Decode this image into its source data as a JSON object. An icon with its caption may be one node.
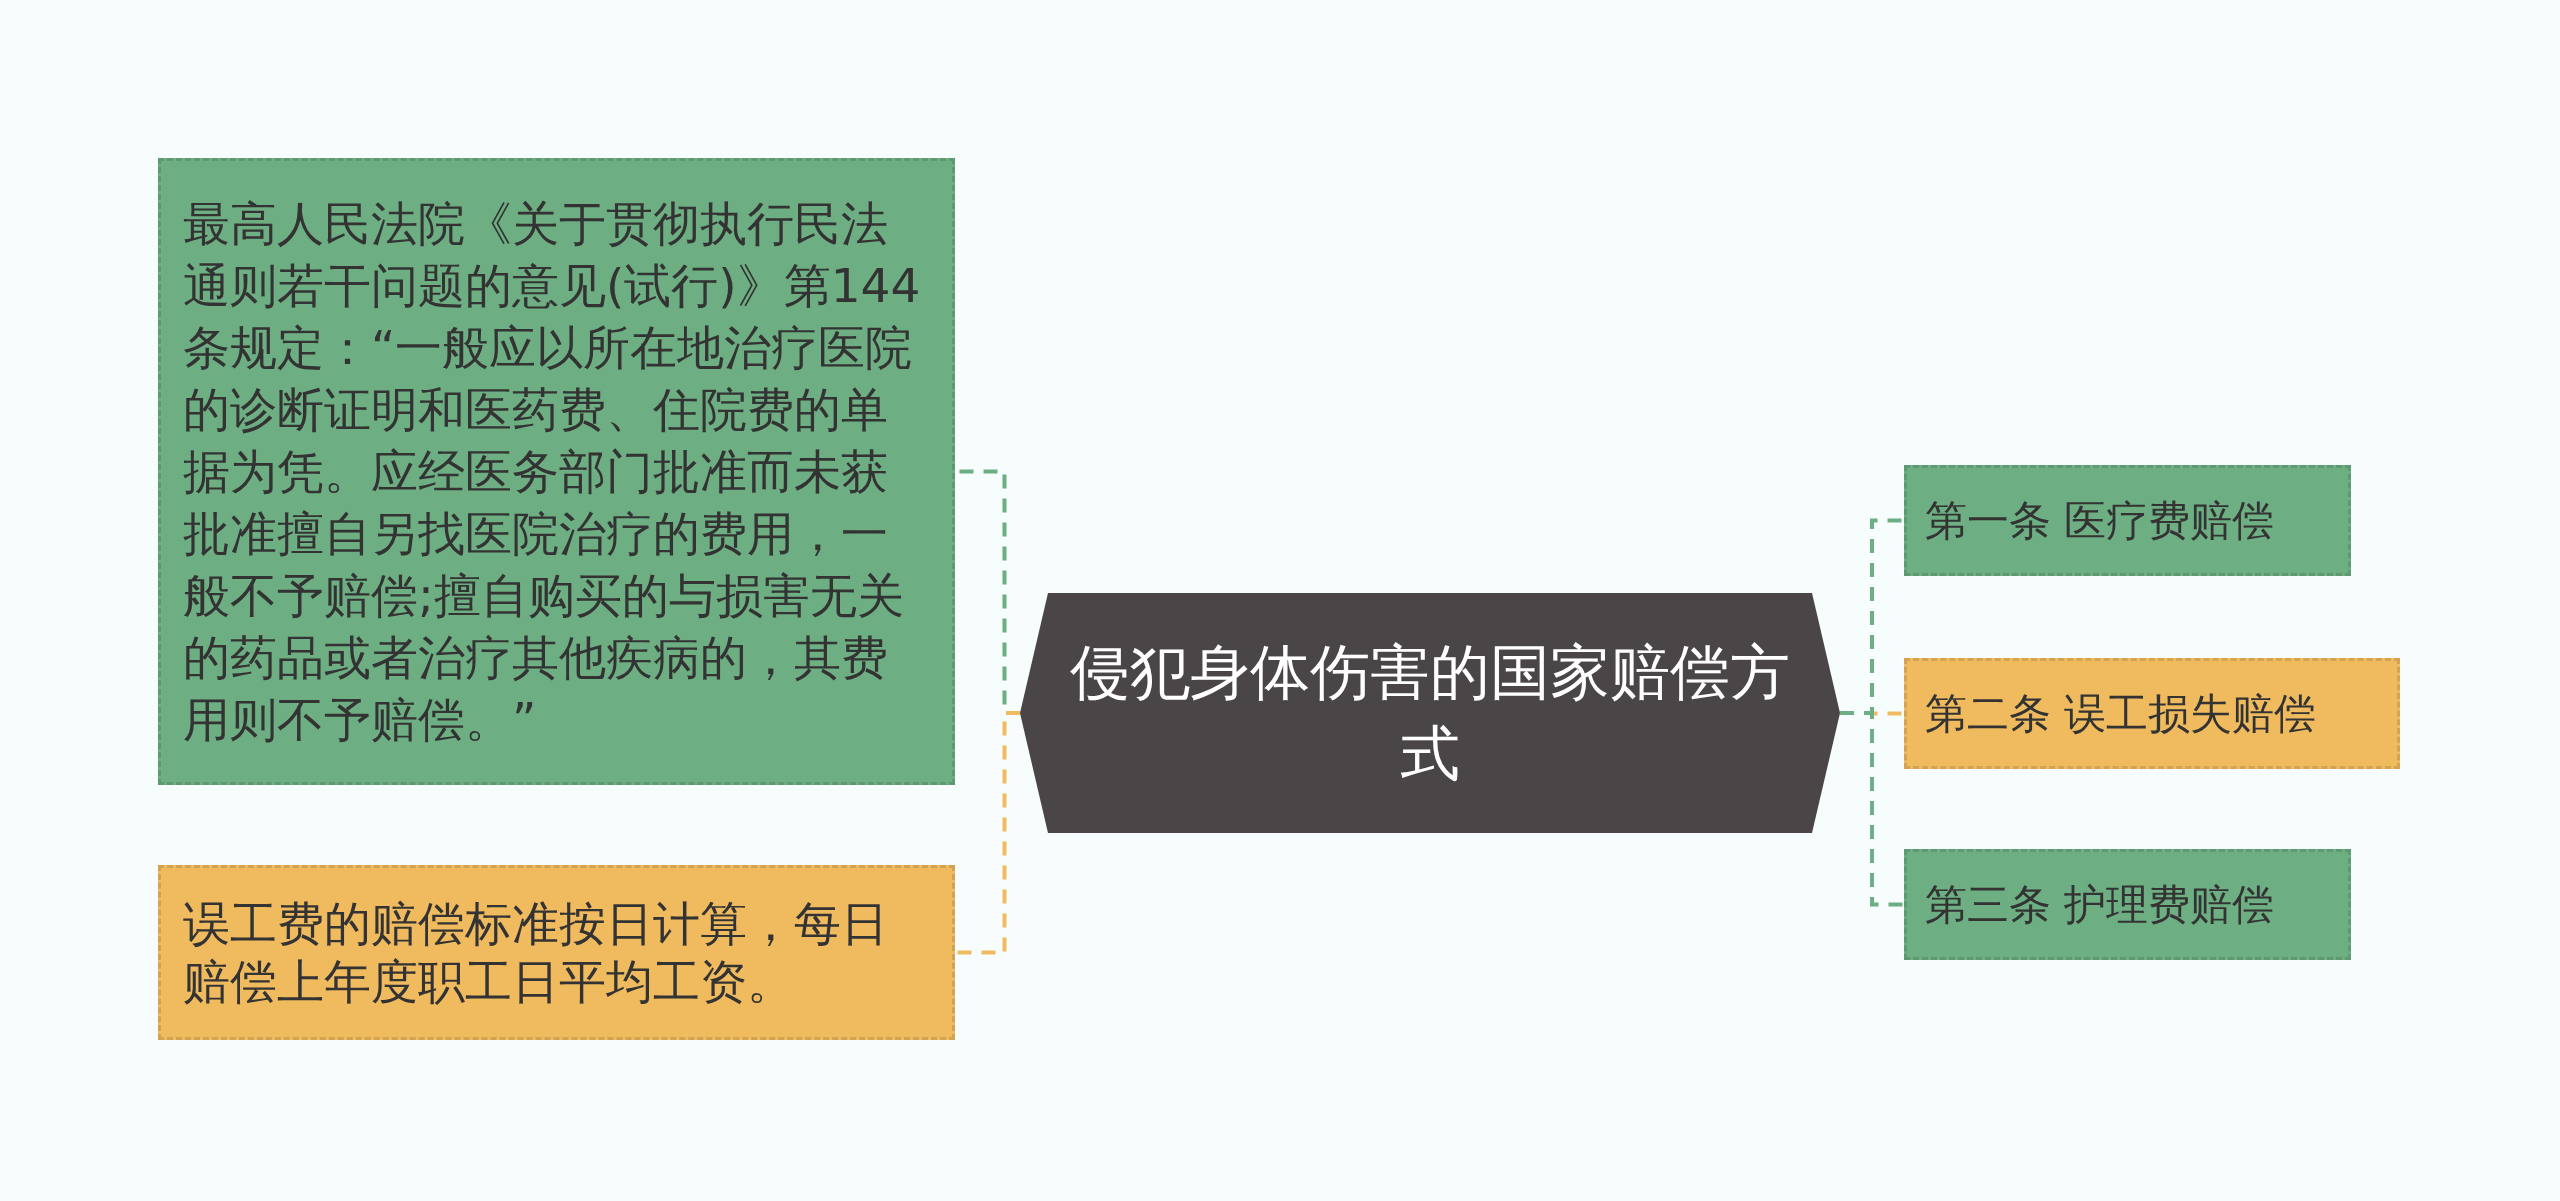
{
  "diagram": {
    "nodes": [
      {
        "text": [
          "侵犯身体伤害的国家赔偿方式"
        ]
      },
      {
        "text": [
          "最高人民法院《关于贯彻执行民法通则若干问题的意见(试行)》第144条规定：“一般应以所在地治疗医院的诊断证明和医药费、住院费的单据为凭。应经医务部门批准而未获批准擅自另找医院治疗的费用，一般不予赔偿;擅自购买的与损害无关的药品或者治疗其他疾病的，其费用则不予赔偿。”"
        ]
      },
      {
        "text": [
          "误工费的赔偿标准按日计算，每日赔偿上年度职工日平均工资。"
        ]
      },
      {
        "text": [
          "第一条 医疗费赔偿"
        ]
      },
      {
        "text": [
          "第二条 误工损失赔偿"
        ]
      },
      {
        "text": [
          "第三条 护理费赔偿"
        ]
      }
    ],
    "edges": [
      {
        "from": 0,
        "to": 1,
        "arrow": "none",
        "style": "dashed"
      },
      {
        "from": 0,
        "to": 2,
        "arrow": "none",
        "style": "dashed",
        "color": "#f0bb5f"
      },
      {
        "from": 0,
        "to": 3,
        "arrow": "none",
        "style": "dashed"
      },
      {
        "from": 0,
        "to": 4,
        "arrow": "none",
        "style": "dashed",
        "color": "#f0bb5f"
      },
      {
        "from": 0,
        "to": 5,
        "arrow": "none",
        "style": "dashed"
      }
    ]
  }
}
